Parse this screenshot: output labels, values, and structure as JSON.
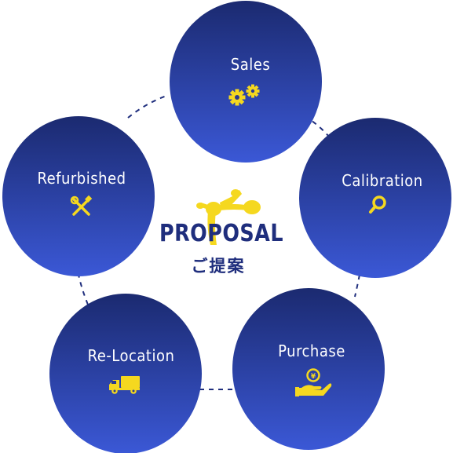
{
  "center": {
    "title": "PROPOSAL",
    "subtitle": "ご提案"
  },
  "nodes": [
    {
      "key": "sales",
      "label": "Sales",
      "icon": "gears-icon"
    },
    {
      "key": "calibration",
      "label": "Calibration",
      "icon": "magnifier-icon"
    },
    {
      "key": "purchase",
      "label": "Purchase",
      "icon": "hand-coin-icon"
    },
    {
      "key": "relocation",
      "label": "Re-Location",
      "icon": "truck-icon"
    },
    {
      "key": "refurbished",
      "label": "Refurbished",
      "icon": "tools-icon"
    }
  ],
  "colors": {
    "circle_top": "#1b2a70",
    "circle_bottom": "#3b58d6",
    "accent_yellow": "#f5d81f",
    "title_navy": "#1f2e7d",
    "dash": "#1f2e7d"
  }
}
